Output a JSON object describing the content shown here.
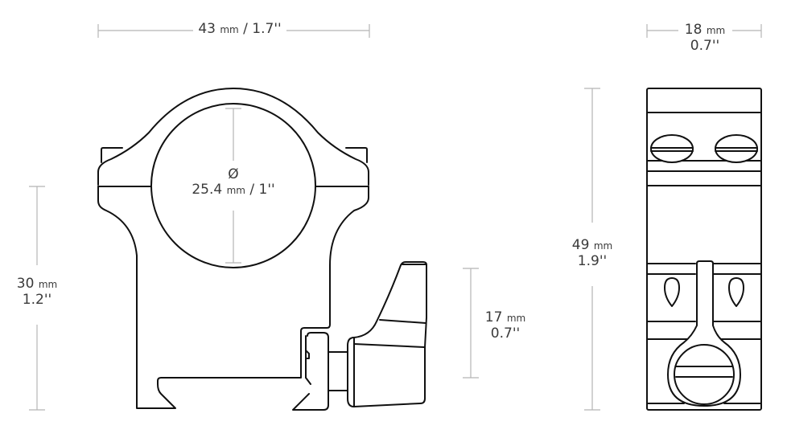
{
  "colors": {
    "outline": "#111111",
    "dimension_line": "#b5b5b5",
    "label": "#3a3a3a",
    "background": "#ffffff"
  },
  "dimensions": {
    "width": {
      "value": "43",
      "unit": "mm",
      "sep": " / ",
      "imperial": "1.7''"
    },
    "ring_diameter": {
      "symbol": "Ø",
      "value": "25.4",
      "unit": "mm",
      "sep": " / ",
      "imperial": "1''"
    },
    "height_base": {
      "value": "30",
      "unit": "mm",
      "imperial": "1.2''"
    },
    "lever_height": {
      "value": "17",
      "unit": "mm",
      "imperial": "0.7''"
    },
    "total_height": {
      "value": "49",
      "unit": "mm",
      "imperial": "1.9''"
    },
    "ring_width": {
      "value": "18",
      "unit": "mm",
      "imperial": "0.7''"
    }
  },
  "views": [
    {
      "name": "front-view",
      "description": "Scope ring mount front view with quick-release lever"
    },
    {
      "name": "side-view",
      "description": "Scope ring mount side view with screws and lever ring"
    }
  ]
}
